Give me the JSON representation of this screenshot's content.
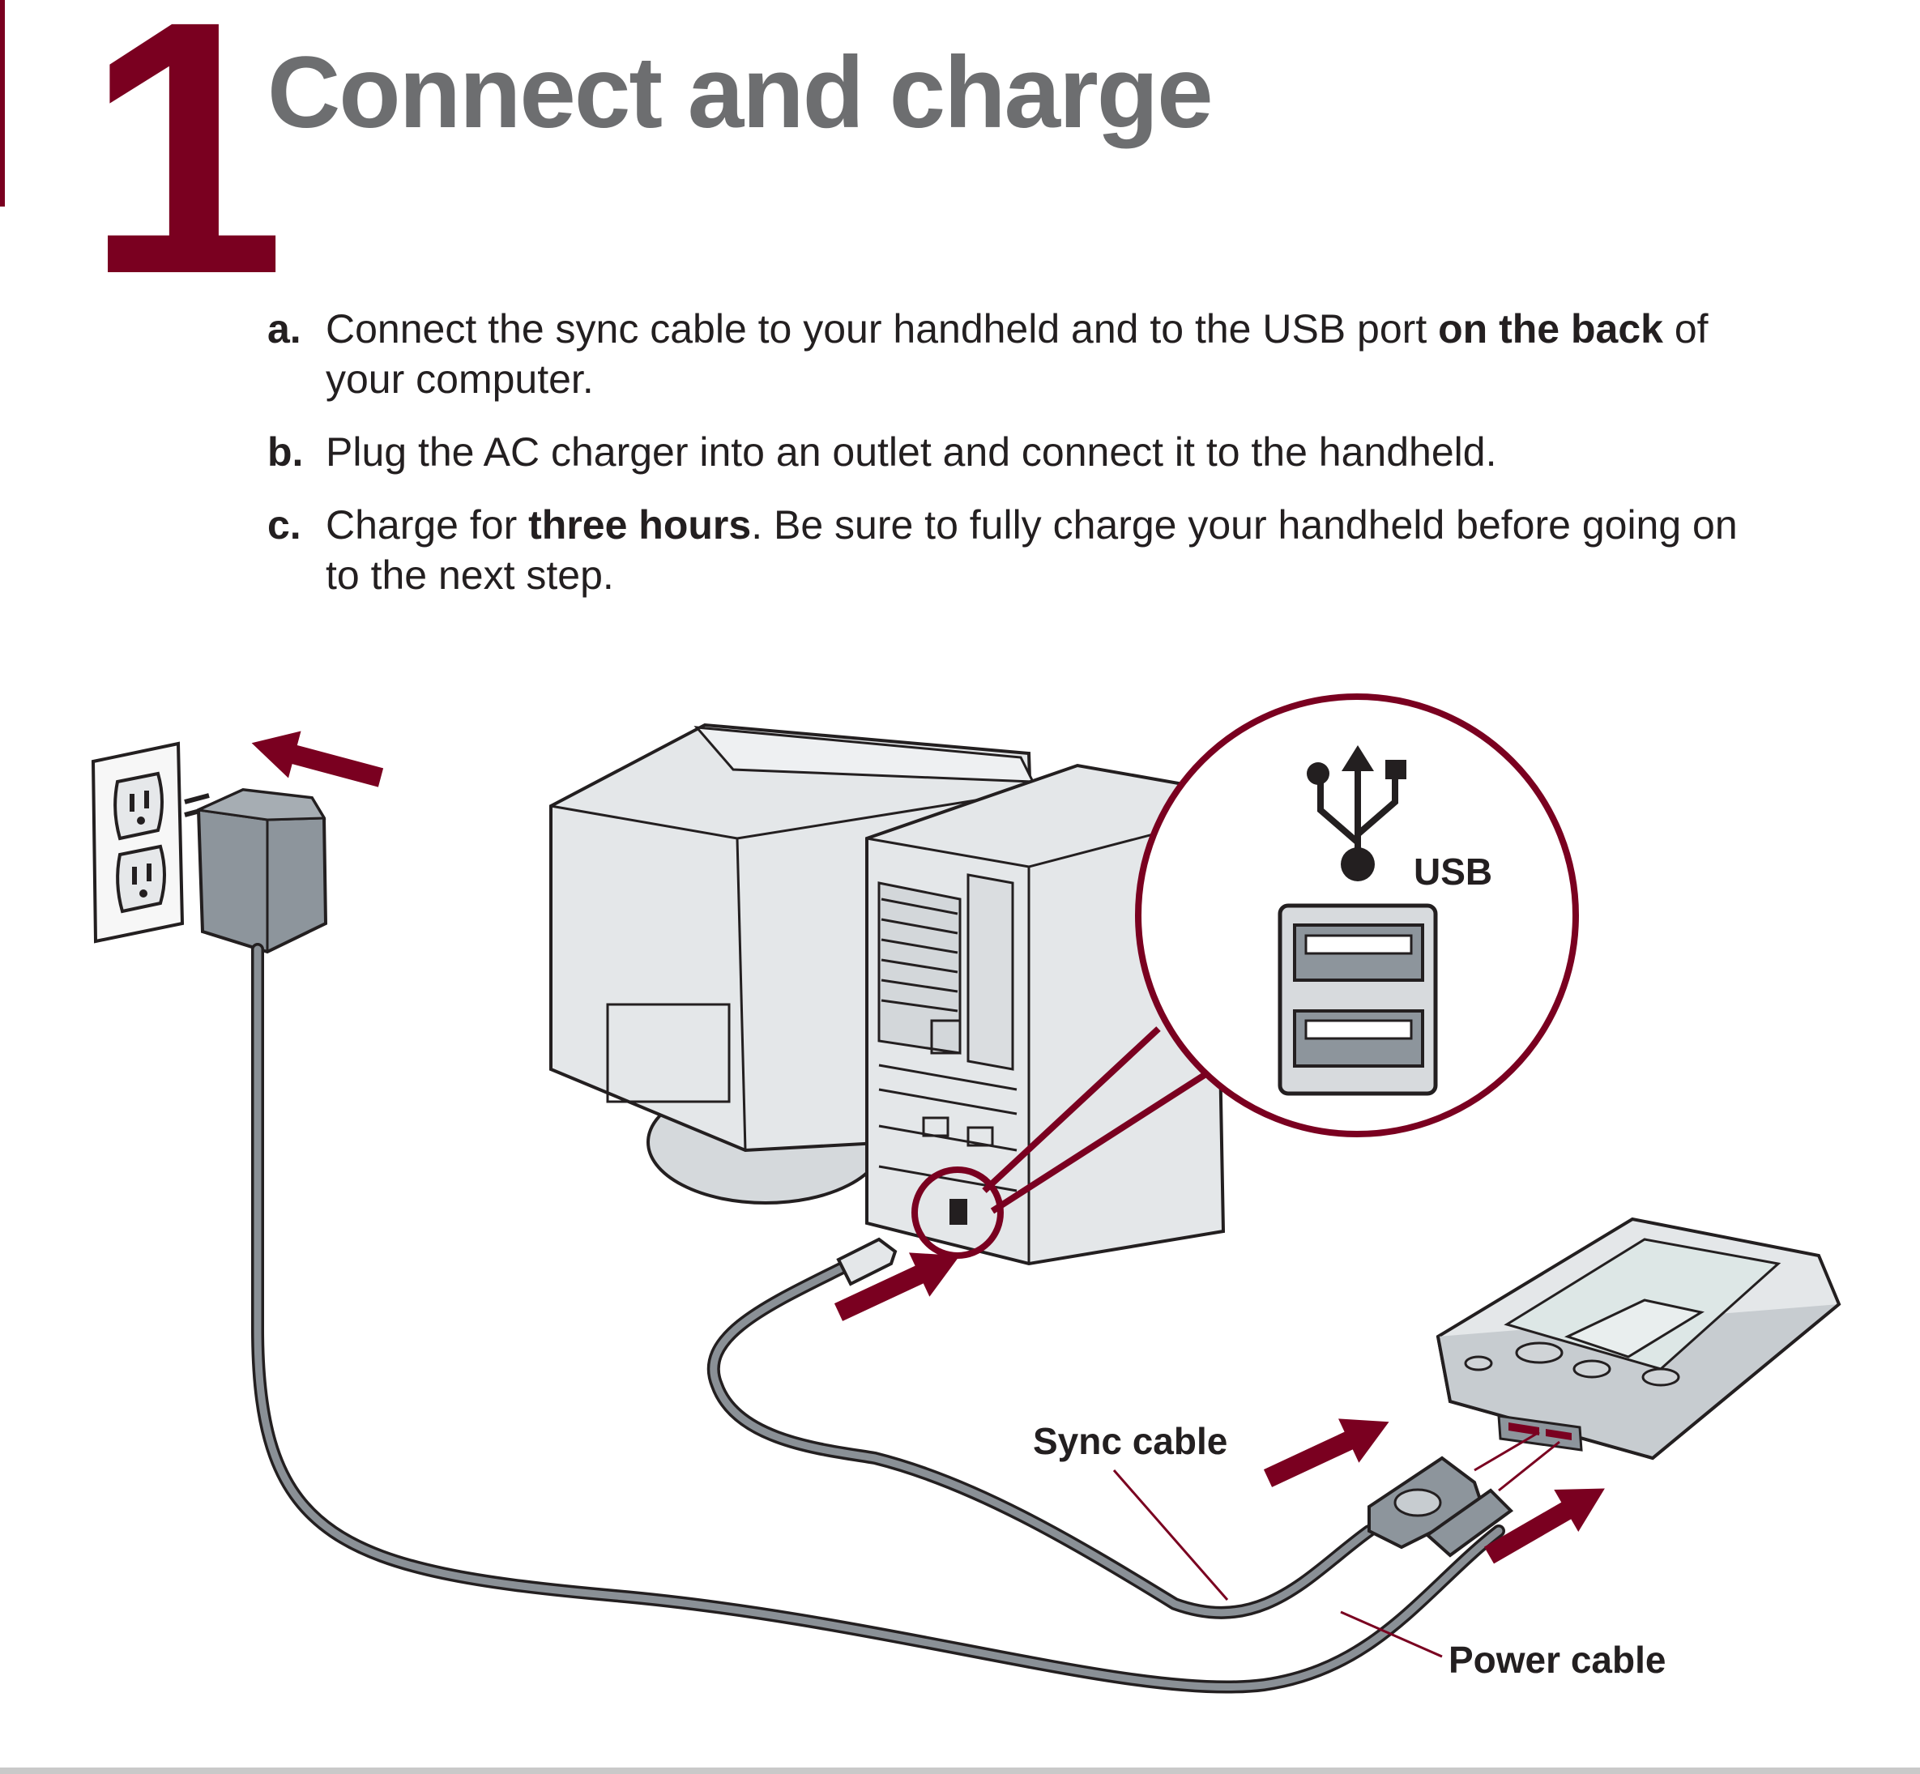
{
  "header": {
    "step_number": "1",
    "title": "Connect and charge"
  },
  "steps": [
    {
      "letter": "a.",
      "parts": [
        {
          "text": "Connect the sync cable to your handheld and to the USB port ",
          "bold": false
        },
        {
          "text": "on the back",
          "bold": true
        },
        {
          "text": " of your computer.",
          "bold": false
        }
      ]
    },
    {
      "letter": "b.",
      "parts": [
        {
          "text": "Plug the AC charger into an outlet and connect it to the handheld.",
          "bold": false
        }
      ]
    },
    {
      "letter": "c.",
      "parts": [
        {
          "text": "Charge for ",
          "bold": false
        },
        {
          "text": "three hours",
          "bold": true
        },
        {
          "text": ". Be sure to fully charge your handheld before going on to the next step.",
          "bold": false
        }
      ]
    }
  ],
  "illustration": {
    "usb_label": "USB",
    "sync_cable_label": "Sync cable",
    "power_cable_label": "Power cable",
    "icons": [
      "outlet-icon",
      "ac-charger-icon",
      "monitor-icon",
      "computer-tower-icon",
      "usb-symbol-icon",
      "usb-port-icon",
      "handheld-device-icon",
      "arrow-icon"
    ]
  },
  "colors": {
    "accent": "#7a0020",
    "title_gray": "#6d6e70",
    "text": "#231f20",
    "device_gray": "#dde0e3",
    "cable_gray": "#8a9096"
  }
}
